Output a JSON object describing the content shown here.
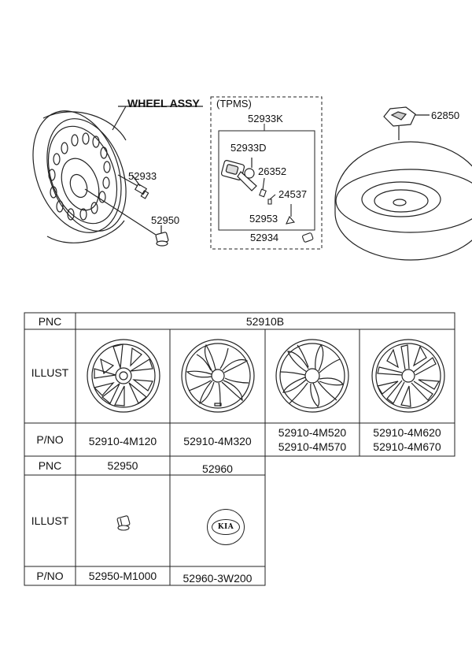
{
  "diagram": {
    "wheel_assy_label": "WHEEL ASSY",
    "tpms_label": "(TPMS)",
    "callouts": {
      "p52933K": "52933K",
      "p52933D": "52933D",
      "p26352": "26352",
      "p24537": "24537",
      "p52953": "52953",
      "p52934": "52934",
      "p52933": "52933",
      "p52950": "52950",
      "p62850": "62850"
    }
  },
  "table1": {
    "pnc_label": "PNC",
    "pnc_value": "52910B",
    "illust_label": "ILLUST",
    "pno_label": "P/NO",
    "parts": [
      {
        "pno": "52910-4M120"
      },
      {
        "pno": "52910-4M320"
      },
      {
        "pno": "52910-4M520",
        "pno2": "52910-4M570"
      },
      {
        "pno": "52910-4M620",
        "pno2": "52910-4M670"
      }
    ]
  },
  "table2": {
    "pnc_label": "PNC",
    "illust_label": "ILLUST",
    "pno_label": "P/NO",
    "parts": [
      {
        "pnc": "52950",
        "pno": "52950-M1000"
      },
      {
        "pnc": "52960",
        "pno": "52960-3W200"
      }
    ]
  },
  "logo_text": "KIA"
}
